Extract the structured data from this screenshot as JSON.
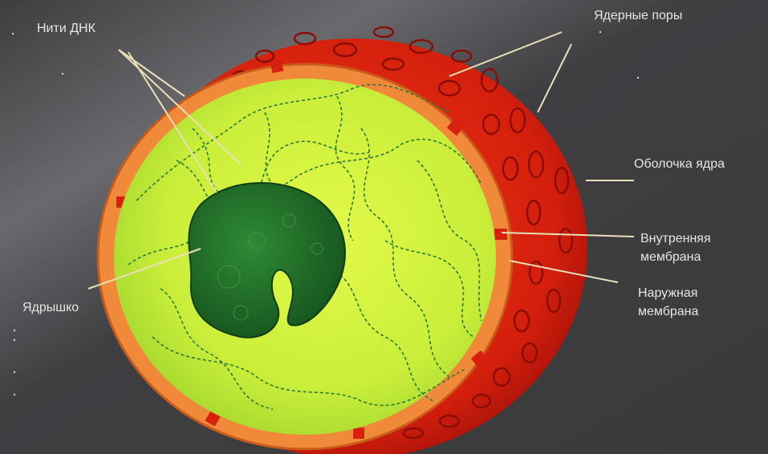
{
  "labels": {
    "dna_threads": "Нити ДНК",
    "nuclear_pores": "Ядерные поры",
    "nuclear_envelope": "Оболочка ядра",
    "inner_membrane_1": "Внутренняя",
    "inner_membrane_2": "мембрана",
    "outer_membrane_1": "Наружная",
    "outer_membrane_2": "мембрана",
    "nucleolus": "Ядрышко"
  },
  "colors": {
    "background": "#4a4a4c",
    "envelope_red": "#d8200e",
    "membrane_orange": "#f08a3a",
    "nucleoplasm_green": "#c9ee3a",
    "nucleolus_dark_green": "#1f6a2a",
    "label_text": "#e6e6e6",
    "leader_line": "#e8e0b8"
  }
}
